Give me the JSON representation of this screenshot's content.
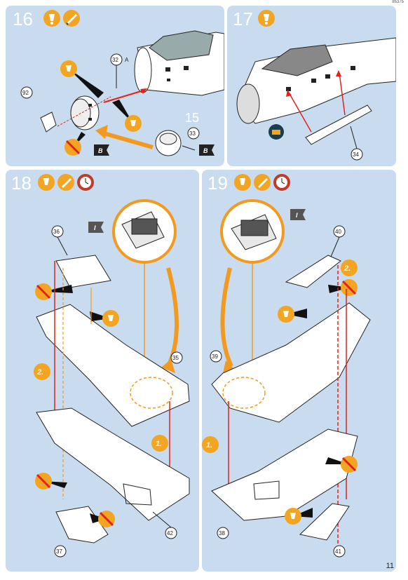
{
  "doc_code": "85375",
  "page_number": "11",
  "steps": [
    {
      "number": "16",
      "parts": [
        "32",
        "92",
        "33"
      ],
      "ref_label": "A",
      "subassembly": "15",
      "flag": "B"
    },
    {
      "number": "17",
      "parts": [
        "34"
      ]
    },
    {
      "number": "18",
      "parts": [
        "36",
        "35",
        "37",
        "42"
      ],
      "flag": "I",
      "order": [
        "1.",
        "2."
      ]
    },
    {
      "number": "19",
      "parts": [
        "40",
        "39",
        "38",
        "41"
      ],
      "flag": "I",
      "order": [
        "1.",
        "2."
      ]
    }
  ],
  "icons": [
    "glue-icon",
    "paint-brush-icon",
    "clock-icon",
    "no-glue-icon",
    "decal-icon"
  ],
  "colors": {
    "panel": "#c9dcef",
    "accent": "#f29a1f",
    "arrow": "#e0241b",
    "badge": "#f1a522"
  }
}
